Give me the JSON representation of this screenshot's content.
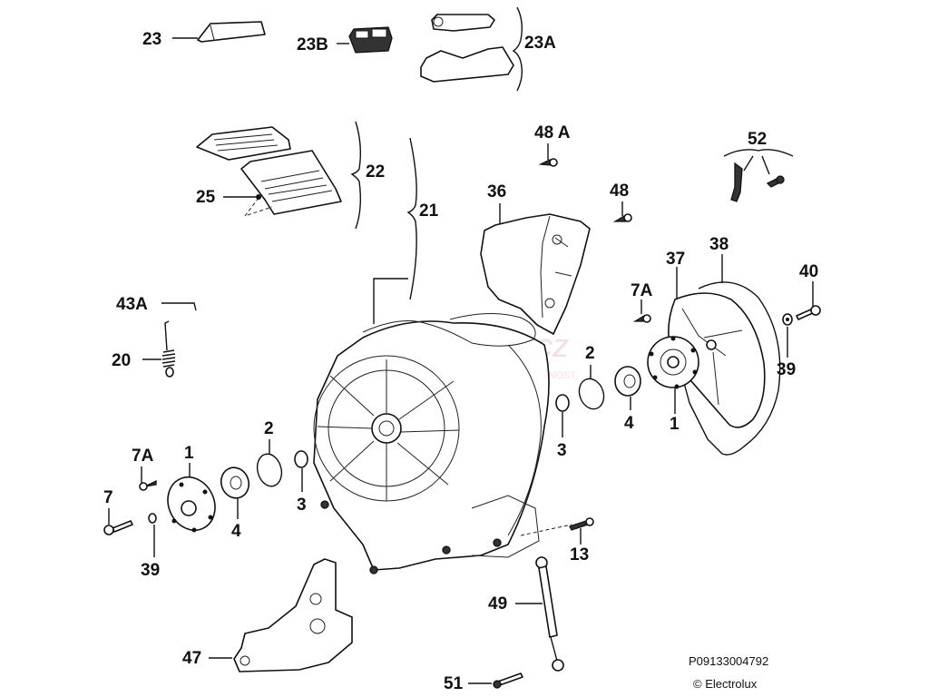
{
  "diagram": {
    "title": "Exploded view – washing machine tub assembly",
    "drawing_number": "P09133004792",
    "copyright": "© Electrolux",
    "watermark": {
      "brand": "...lux.cz",
      "tagline": "...ŘEBNÉ PRO V... DOMÁCNOST",
      "color": "#e8a0b0"
    },
    "part_labels": [
      {
        "id": "23",
        "text": "23"
      },
      {
        "id": "23B",
        "text": "23B"
      },
      {
        "id": "23A",
        "text": "23A"
      },
      {
        "id": "22",
        "text": "22"
      },
      {
        "id": "21",
        "text": "21"
      },
      {
        "id": "25",
        "text": "25"
      },
      {
        "id": "48A",
        "text": "48 A"
      },
      {
        "id": "48",
        "text": "48"
      },
      {
        "id": "52",
        "text": "52"
      },
      {
        "id": "36",
        "text": "36"
      },
      {
        "id": "37",
        "text": "37"
      },
      {
        "id": "38",
        "text": "38"
      },
      {
        "id": "40",
        "text": "40"
      },
      {
        "id": "7A_right",
        "text": "7A"
      },
      {
        "id": "39_right",
        "text": "39"
      },
      {
        "id": "43A",
        "text": "43A"
      },
      {
        "id": "20",
        "text": "20"
      },
      {
        "id": "2_right",
        "text": "2"
      },
      {
        "id": "4_right",
        "text": "4"
      },
      {
        "id": "1_right",
        "text": "1"
      },
      {
        "id": "3_right",
        "text": "3"
      },
      {
        "id": "7A_left",
        "text": "7A"
      },
      {
        "id": "1_left",
        "text": "1"
      },
      {
        "id": "2_left",
        "text": "2"
      },
      {
        "id": "3_left",
        "text": "3"
      },
      {
        "id": "7",
        "text": "7"
      },
      {
        "id": "4_left",
        "text": "4"
      },
      {
        "id": "39_left",
        "text": "39"
      },
      {
        "id": "13",
        "text": "13"
      },
      {
        "id": "49",
        "text": "49"
      },
      {
        "id": "47",
        "text": "47"
      },
      {
        "id": "51",
        "text": "51"
      }
    ]
  }
}
